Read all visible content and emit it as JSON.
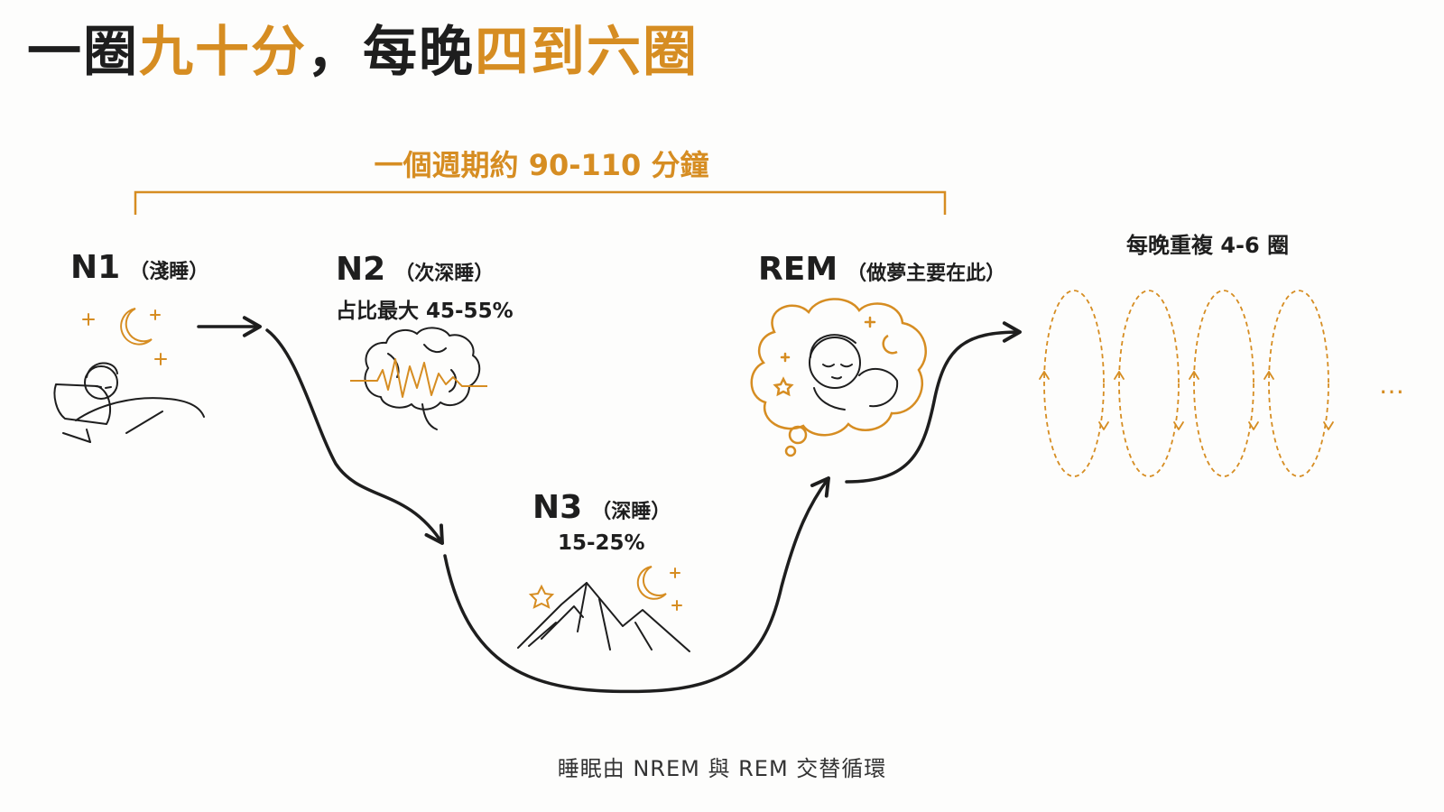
{
  "title": {
    "part1": "一圈",
    "part2": "九十分",
    "part3": "，每晚",
    "part4": "四到六圈"
  },
  "cycle_label": "一個週期約 90-110 分鐘",
  "stages": {
    "n1": {
      "name": "N1",
      "desc": "（淺睡）"
    },
    "n2": {
      "name": "N2",
      "desc": "（次深睡）",
      "share": "占比最大 45-55%"
    },
    "n3": {
      "name": "N3",
      "desc": "（深睡）",
      "share": "15-25%"
    },
    "rem": {
      "name": "REM",
      "desc": "（做夢主要在此）"
    }
  },
  "repeat_label": "每晚重複 4-6 圈",
  "ellipsis": "…",
  "footer": "睡眠由 NREM 與 REM 交替循環",
  "colors": {
    "accent": "#d68d22",
    "ink": "#1e1e1e"
  },
  "icons": {
    "n1": "sleeping-person-in-bed-icon",
    "n2": "brain-with-brainwave-icon",
    "n3": "mountain-with-moon-icon",
    "rem": "dreaming-face-thought-cloud-icon"
  }
}
